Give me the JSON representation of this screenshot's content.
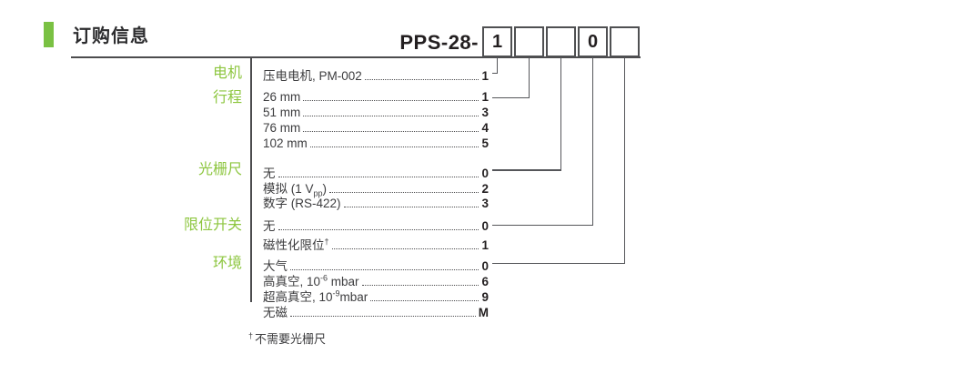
{
  "title": {
    "text": "订购信息"
  },
  "product_code": {
    "prefix": "PPS-28-",
    "boxes": [
      "1",
      "",
      "",
      "0",
      ""
    ]
  },
  "colors": {
    "accent_green_bar": "#7ac143",
    "category_label_green": "#8dc63f",
    "body_text": "#3c3c3e",
    "line": "#4c4c4e"
  },
  "groups": [
    {
      "name": "motor",
      "label": "电机",
      "rows": [
        {
          "parts": [
            {
              "t": "压电电机, PM-002"
            }
          ],
          "code": "1",
          "connect_box": 0
        }
      ]
    },
    {
      "name": "travel",
      "label": "行程",
      "rows": [
        {
          "parts": [
            {
              "t": "26 mm"
            }
          ],
          "code": "1",
          "connect_box": 1
        },
        {
          "parts": [
            {
              "t": "51 mm"
            }
          ],
          "code": "3"
        },
        {
          "parts": [
            {
              "t": "76 mm"
            }
          ],
          "code": "4"
        },
        {
          "parts": [
            {
              "t": "102 mm"
            }
          ],
          "code": "5"
        }
      ]
    },
    {
      "name": "encoder",
      "label": "光栅尺",
      "rows": [
        {
          "parts": [
            {
              "t": "无"
            }
          ],
          "code": "0",
          "connect_box": 2
        },
        {
          "parts": [
            {
              "t": "模拟 (1 V"
            },
            {
              "t": "pp",
              "s": "sub"
            },
            {
              "t": ")"
            }
          ],
          "code": "2"
        },
        {
          "parts": [
            {
              "t": "数字 (RS-422)"
            }
          ],
          "code": "3"
        }
      ]
    },
    {
      "name": "limit-switch",
      "label": "限位开关",
      "rows": [
        {
          "parts": [
            {
              "t": "无"
            }
          ],
          "code": "0",
          "connect_box": 3
        },
        {
          "parts": [
            {
              "t": "磁性化限位"
            },
            {
              "t": "†",
              "s": "sup"
            }
          ],
          "code": "1"
        }
      ]
    },
    {
      "name": "environment",
      "label": "环境",
      "rows": [
        {
          "parts": [
            {
              "t": "大气"
            }
          ],
          "code": "0",
          "connect_box": 4
        },
        {
          "parts": [
            {
              "t": "高真空, 10"
            },
            {
              "t": "-6",
              "s": "sup"
            },
            {
              "t": " mbar"
            }
          ],
          "code": "6"
        },
        {
          "parts": [
            {
              "t": "超高真空, 10"
            },
            {
              "t": "-9",
              "s": "sup"
            },
            {
              "t": "mbar"
            }
          ],
          "code": "9"
        },
        {
          "parts": [
            {
              "t": "无磁"
            }
          ],
          "code": "M"
        }
      ]
    }
  ],
  "footnote": {
    "marker": "†",
    "text": "不需要光栅尺"
  }
}
